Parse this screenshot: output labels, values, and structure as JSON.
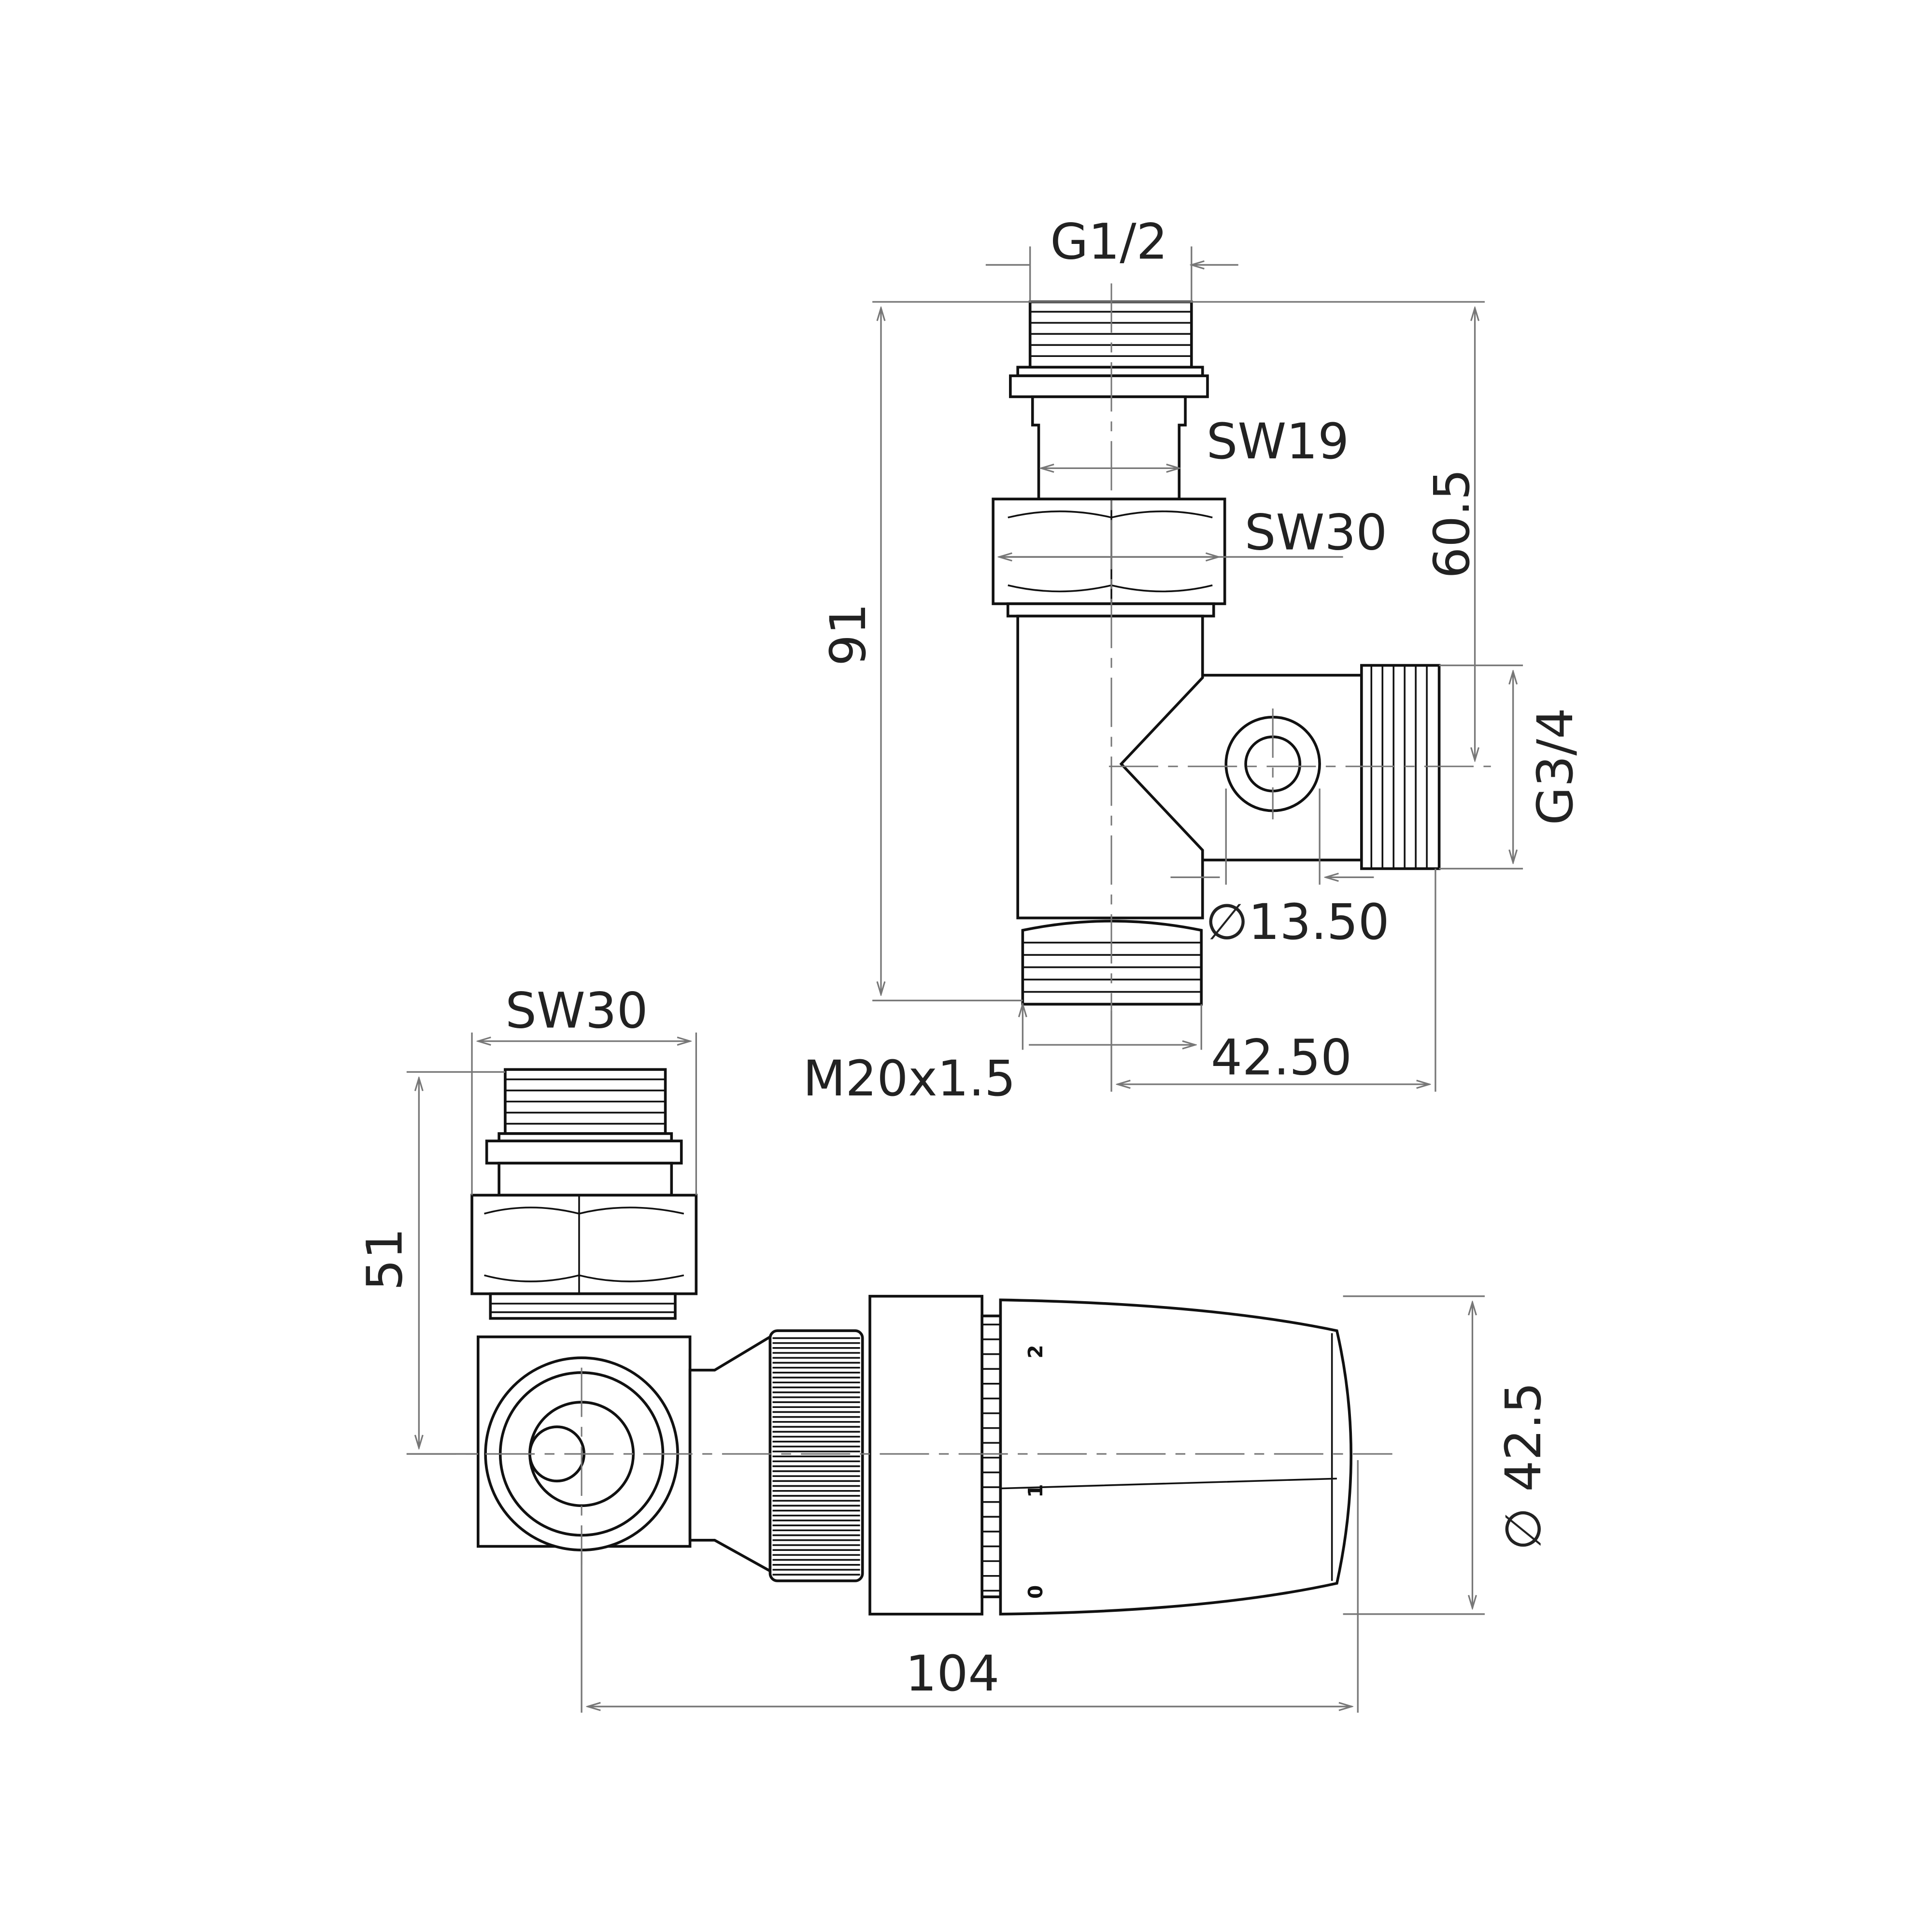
{
  "top_view": {
    "dimensions": {
      "inlet_thread": "G1/2",
      "height_total": "91",
      "height_to_branch": "60.5",
      "branch_thread": "G3/4",
      "neck_wrench": "SW19",
      "nut_wrench": "SW30",
      "port_diameter": "∅13.50",
      "bottom_thread": "M20x1.5",
      "branch_offset": "42.50"
    }
  },
  "bottom_view": {
    "dimensions": {
      "nut_wrench": "SW30",
      "height": "51",
      "head_diameter": "∅ 42.5",
      "length": "104"
    },
    "scale_marks": [
      "2",
      "1",
      "0"
    ]
  },
  "colors": {
    "outline": "#111111",
    "dimension": "#777777"
  }
}
